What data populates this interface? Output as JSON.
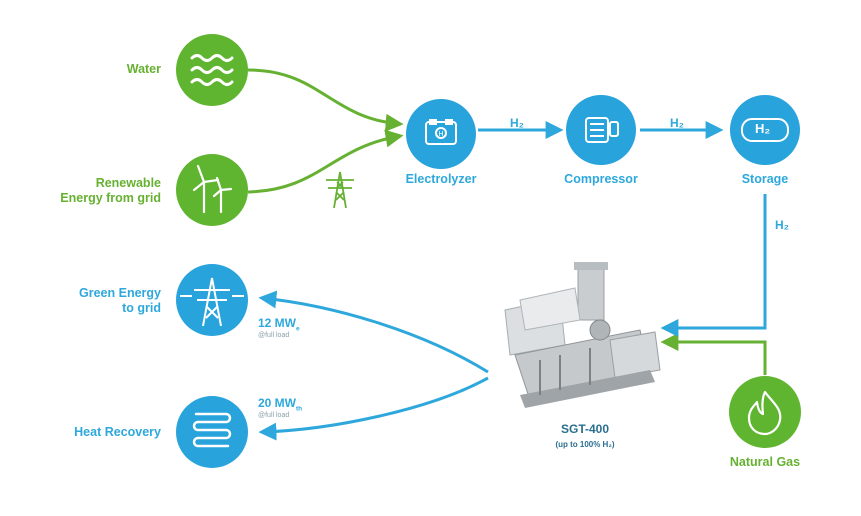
{
  "inputs": {
    "water": "Water",
    "renewable_line1": "Renewable",
    "renewable_line2": "Energy from grid"
  },
  "process": {
    "electrolyzer": "Electrolyzer",
    "compressor": "Compressor",
    "storage": "Storage",
    "h2_arrow_1": "H₂",
    "h2_arrow_2": "H₂",
    "h2_arrow_3": "H₂",
    "storage_icon_text": "H₂"
  },
  "outputs": {
    "green_energy_line1": "Green Energy",
    "green_energy_line2": "to grid",
    "heat_recovery": "Heat Recovery",
    "power_value": "12 MW",
    "power_sub": "e",
    "power_note": "@full load",
    "heat_value": "20 MW",
    "heat_sub": "th",
    "heat_note": "@full load"
  },
  "turbine": {
    "name": "SGT-400",
    "subtitle": "(up to 100% H₂)"
  },
  "natural_gas": "Natural Gas",
  "colors": {
    "green": "#66b132",
    "blue": "#2ea8dc",
    "icon_green": "#5fb530",
    "icon_blue": "#29a3dc"
  },
  "icons": [
    "waves-icon",
    "wind-turbine-icon",
    "power-pylon-icon",
    "electrolyzer-icon",
    "compressor-icon",
    "storage-tank-icon",
    "heat-coil-icon",
    "flame-icon",
    "gas-turbine-image"
  ]
}
